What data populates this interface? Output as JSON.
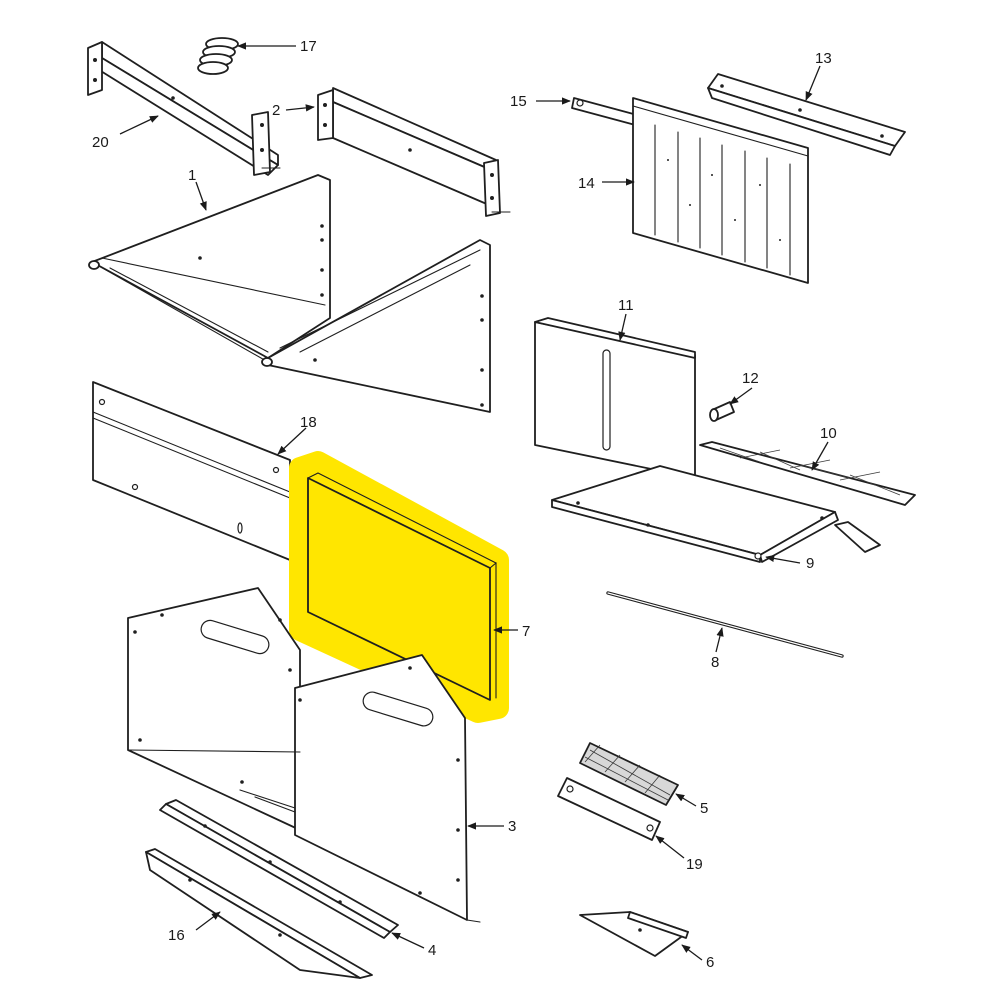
{
  "highlight_color": "#ffe600",
  "highlighted_part": "7",
  "callouts": [
    {
      "id": "c17",
      "label": "17"
    },
    {
      "id": "c2",
      "label": "2"
    },
    {
      "id": "c20",
      "label": "20"
    },
    {
      "id": "c1",
      "label": "1"
    },
    {
      "id": "c15",
      "label": "15"
    },
    {
      "id": "c13",
      "label": "13"
    },
    {
      "id": "c14",
      "label": "14"
    },
    {
      "id": "c11",
      "label": "11"
    },
    {
      "id": "c12",
      "label": "12"
    },
    {
      "id": "c10",
      "label": "10"
    },
    {
      "id": "c18",
      "label": "18"
    },
    {
      "id": "c9",
      "label": "9"
    },
    {
      "id": "c7",
      "label": "7"
    },
    {
      "id": "c8",
      "label": "8"
    },
    {
      "id": "c3",
      "label": "3"
    },
    {
      "id": "c5",
      "label": "5"
    },
    {
      "id": "c19",
      "label": "19"
    },
    {
      "id": "c16",
      "label": "16"
    },
    {
      "id": "c4",
      "label": "4"
    },
    {
      "id": "c6",
      "label": "6"
    }
  ]
}
